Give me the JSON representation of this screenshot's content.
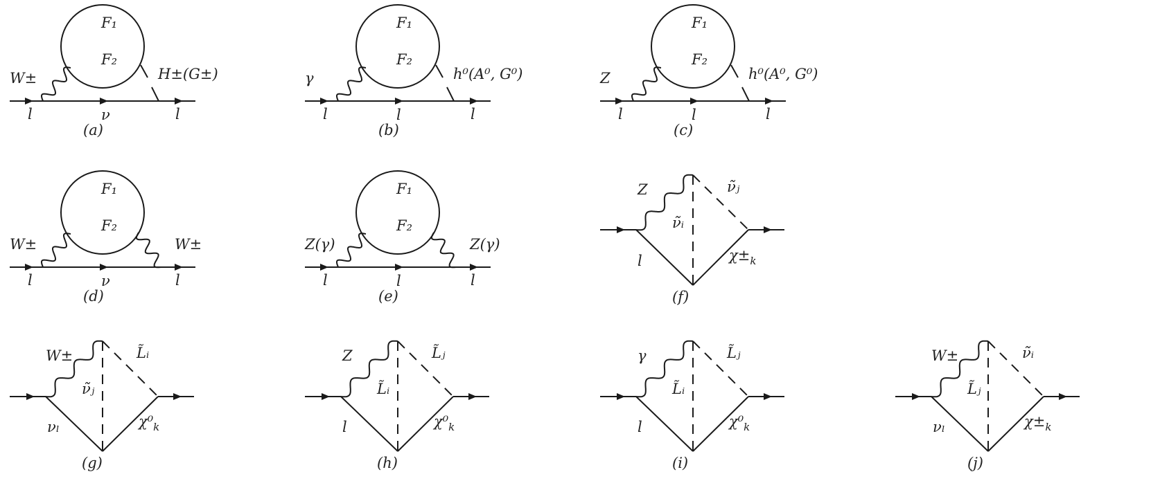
{
  "loop_diagrams": [
    {
      "id": "a",
      "loop_top": "F₁",
      "loop_bottom": "F₂",
      "left_boson": "W±",
      "right_boson": "H±(G±)",
      "right_kind": "scalar",
      "bottom_left": "l",
      "bottom_mid": "ν",
      "bottom_right": "l",
      "caption": "(a)"
    },
    {
      "id": "b",
      "loop_top": "F₁",
      "loop_bottom": "F₂",
      "left_boson": "γ",
      "right_boson": "h⁰(A⁰, G⁰)",
      "right_kind": "scalar",
      "bottom_left": "l",
      "bottom_mid": "l",
      "bottom_right": "l",
      "caption": "(b)"
    },
    {
      "id": "c",
      "loop_top": "F₁",
      "loop_bottom": "F₂",
      "left_boson": "Z",
      "right_boson": "h⁰(A⁰, G⁰)",
      "right_kind": "scalar",
      "bottom_left": "l",
      "bottom_mid": "l",
      "bottom_right": "l",
      "caption": "(c)"
    },
    {
      "id": "d",
      "loop_top": "F₁",
      "loop_bottom": "F₂",
      "left_boson": "W±",
      "right_boson": "W±",
      "right_kind": "vector",
      "bottom_left": "l",
      "bottom_mid": "ν",
      "bottom_right": "l",
      "caption": "(d)"
    },
    {
      "id": "e",
      "loop_top": "F₁",
      "loop_bottom": "F₂",
      "left_boson": "Z(γ)",
      "right_boson": "Z(γ)",
      "right_kind": "vector",
      "bottom_left": "l",
      "bottom_mid": "l",
      "bottom_right": "l",
      "caption": "(e)"
    }
  ],
  "triangle_diagrams": [
    {
      "id": "f",
      "boson": "Z",
      "scalar_right": "ν̃ⱼ",
      "scalar_mid": "ν̃ᵢ",
      "fermion_left": "l",
      "fermion_right": "χ±",
      "fermion_right_sub": "k",
      "caption": "(f)"
    },
    {
      "id": "g",
      "boson": "W±",
      "scalar_right": "L̃ᵢ",
      "scalar_mid": "ν̃ⱼ",
      "fermion_left": "νₗ",
      "fermion_right": "χ⁰",
      "fermion_right_sub": "k",
      "caption": "(g)"
    },
    {
      "id": "h",
      "boson": "Z",
      "scalar_right": "L̃ⱼ",
      "scalar_mid": "L̃ᵢ",
      "fermion_left": "l",
      "fermion_right": "χ⁰",
      "fermion_right_sub": "k",
      "caption": "(h)"
    },
    {
      "id": "i",
      "boson": "γ",
      "scalar_right": "L̃ⱼ",
      "scalar_mid": "L̃ᵢ",
      "fermion_left": "l",
      "fermion_right": "χ⁰",
      "fermion_right_sub": "k",
      "caption": "(i)"
    },
    {
      "id": "j",
      "boson": "W±",
      "scalar_right": "ν̃ᵢ",
      "scalar_mid": "L̃ⱼ",
      "fermion_left": "νₗ",
      "fermion_right": "χ±",
      "fermion_right_sub": "k",
      "caption": "(j)"
    }
  ]
}
